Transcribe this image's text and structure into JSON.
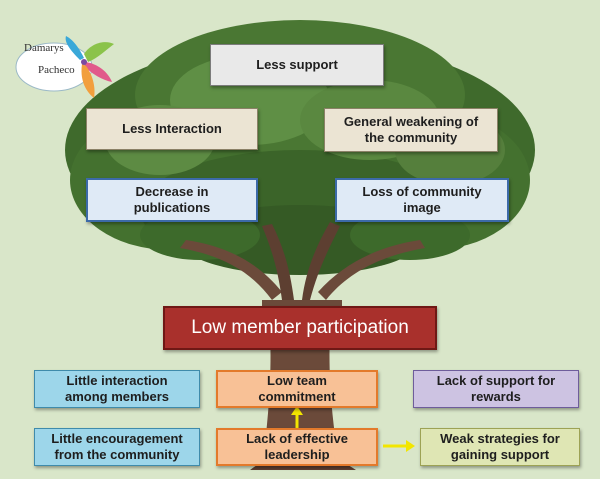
{
  "logo": {
    "line1": "Damarys",
    "line2": "Pacheco"
  },
  "effects": {
    "less_support": "Less support",
    "less_interaction": "Less Interaction",
    "general_weakening": "General weakening of\nthe community",
    "decrease_publications": "Decrease in\npublications",
    "loss_image": "Loss of community\nimage"
  },
  "problem": "Low member participation",
  "causes": {
    "little_interaction": "Little interaction\namong members",
    "low_team_commitment": "Low team\ncommitment",
    "lack_support_rewards": "Lack of support for\nrewards",
    "little_encouragement": "Little encouragement\nfrom the community",
    "lack_leadership": "Lack of effective\nleadership",
    "weak_strategies": "Weak strategies for\ngaining support"
  },
  "colors": {
    "background": "#d9e6c9",
    "problem_box": "#a9302c",
    "arrow": "#f2e600",
    "foliage": "#4f7a36",
    "trunk": "#6b4a3a"
  }
}
